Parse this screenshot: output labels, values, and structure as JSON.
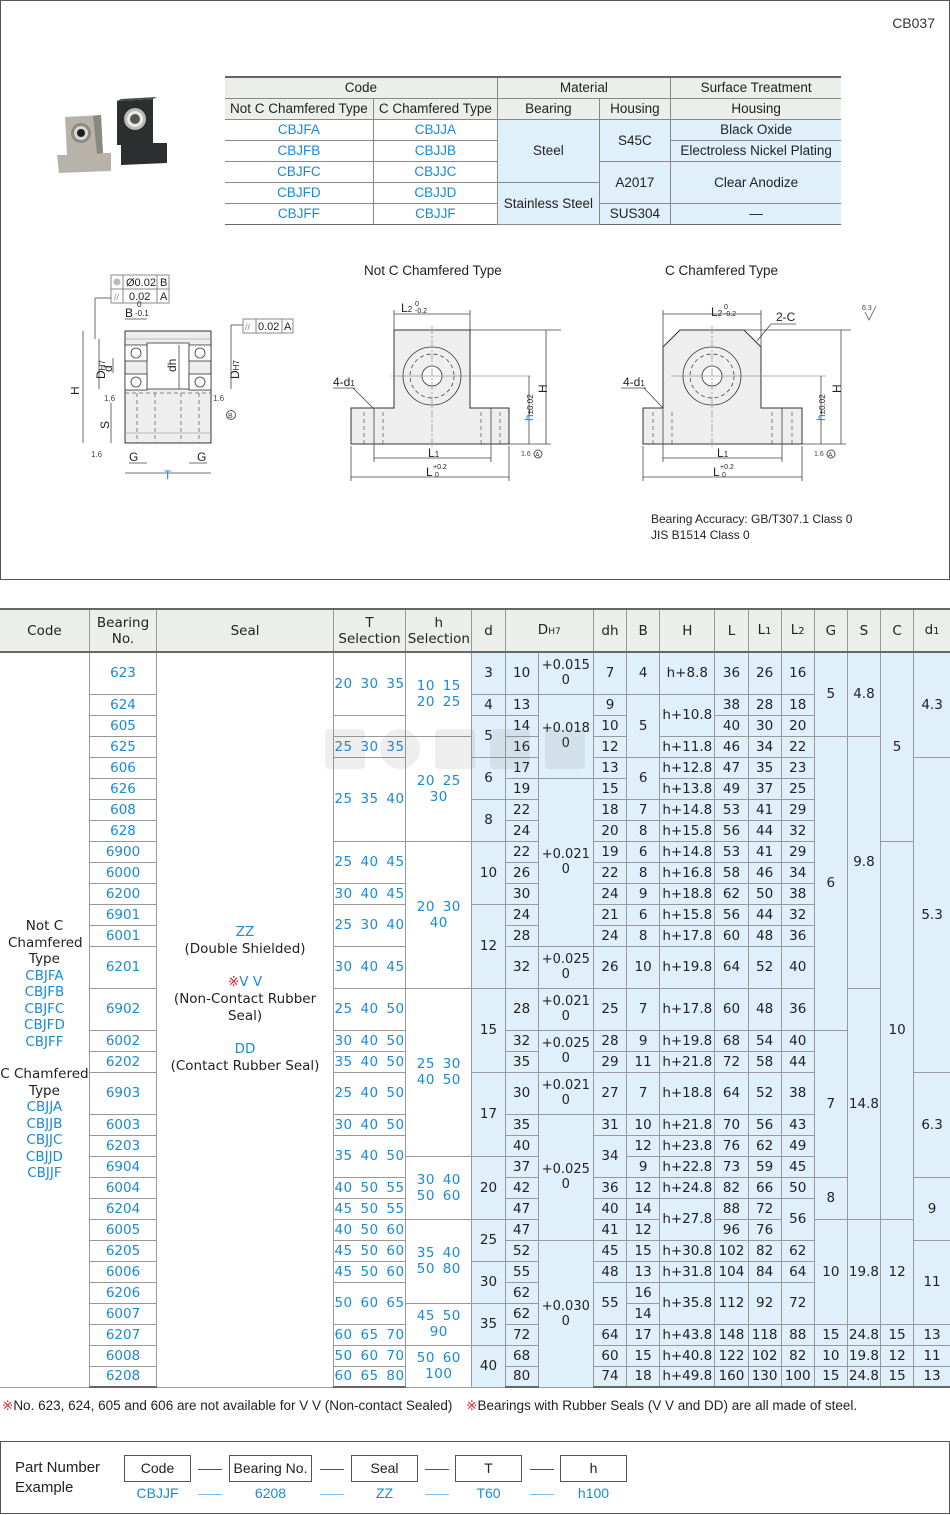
{
  "doc_code": "CB037",
  "colors": {
    "accent_blue": "#1a8ad4",
    "shade_blue": "#dff0fb",
    "header_gray": "#ecefe9",
    "note_red": "#e0202a"
  },
  "material_table": {
    "headers": {
      "code": "Code",
      "material": "Material",
      "surface": "Surface Treatment",
      "not_c": "Not C Chamfered Type",
      "c": "C Chamfered Type",
      "bearing": "Bearing",
      "housing": "Housing",
      "surface_housing": "Housing"
    },
    "rows": [
      {
        "not_c": "CBJFA",
        "c": "CBJJA"
      },
      {
        "not_c": "CBJFB",
        "c": "CBJJB"
      },
      {
        "not_c": "CBJFC",
        "c": "CBJJC"
      },
      {
        "not_c": "CBJFD",
        "c": "CBJJD"
      },
      {
        "not_c": "CBJFF",
        "c": "CBJJF"
      }
    ],
    "bearing_steel": "Steel",
    "bearing_stainless": "Stainless Steel",
    "housing_s45c": "S45C",
    "housing_a2017": "A2017",
    "housing_sus304": "SUS304",
    "surface_black": "Black Oxide",
    "surface_nickel": "Electroless Nickel Plating",
    "surface_anodize": "Clear Anodize",
    "surface_none": "—"
  },
  "drawings": {
    "side": {
      "tol1_value": "Ø0.02",
      "tol1_datum": "B",
      "tol2_value": "0.02",
      "tol2_datum": "A",
      "tol3_value": "0.02",
      "tol3_datum": "A",
      "B_label": "B",
      "B_tol_upper": "0",
      "B_tol_lower": "-0.1",
      "H": "H",
      "D": "D",
      "D_sub": "H7",
      "d": "d",
      "dh": "dh",
      "S": "S",
      "G": "G",
      "T": "T",
      "rough": "1.6",
      "datum_b": "B"
    },
    "not_c": {
      "title": "Not C Chamfered Type",
      "L2": "L",
      "L2_sub": "2",
      "L2_tol_upper": "0",
      "L2_tol_lower": "-0.2",
      "d1": "4-d",
      "d1_sub": "1",
      "H": "H",
      "h": "h",
      "h_tol": "±0.02",
      "L1": "L",
      "L1_sub": "1",
      "L": "L",
      "L_tol_upper": "+0.2",
      "L_tol_lower": "0",
      "rough": "1.6",
      "datum": "A"
    },
    "c": {
      "title": "C Chamfered Type",
      "L2": "L",
      "L2_sub": "2",
      "L2_tol_upper": "0",
      "L2_tol_lower": "-0.2",
      "chamfer": "2-C",
      "d1": "4-d",
      "d1_sub": "1",
      "H": "H",
      "h": "h",
      "h_tol": "±0.02",
      "L1": "L",
      "L1_sub": "1",
      "L": "L",
      "L_tol_upper": "+0.2",
      "L_tol_lower": "0",
      "rough": "1.6",
      "datum": "A",
      "general_rough": "6.3"
    }
  },
  "accuracy": {
    "line1": "Bearing Accuracy: GB/T307.1 Class 0",
    "line2": "JIS B1514 Class 0"
  },
  "spec_table": {
    "headers": [
      "Code",
      "Bearing No.",
      "Seal",
      "T Selection",
      "h Selection",
      "d",
      "DH7",
      "dh",
      "B",
      "H",
      "L",
      "L1",
      "L2",
      "G",
      "S",
      "C",
      "d1"
    ],
    "code_col": {
      "not_c_label": "Not C Chamfered Type",
      "not_c_codes": [
        "CBJFA",
        "CBJFB",
        "CBJFC",
        "CBJFD",
        "CBJFF"
      ],
      "c_label": "C Chamfered Type",
      "c_codes": [
        "CBJJA",
        "CBJJB",
        "CBJJC",
        "CBJJD",
        "CBJJF"
      ]
    },
    "seal_col": [
      {
        "code": "ZZ",
        "desc": "(Double Shielded)",
        "mark": ""
      },
      {
        "code": "V V",
        "desc": "(Non-Contact Rubber Seal)",
        "mark": "※"
      },
      {
        "code": "DD",
        "desc": "(Contact Rubber Seal)",
        "mark": ""
      }
    ],
    "rows": [
      {
        "no": "623",
        "tall": true,
        "D": "10",
        "dh": "7",
        "B": "4",
        "H": "h+8.8",
        "L": "36",
        "L1": "26",
        "L2": "16"
      },
      {
        "no": "624",
        "D": "13",
        "dh": "9",
        "H": "h+10.8",
        "L": "38",
        "L1": "28",
        "L2": "18"
      },
      {
        "no": "605",
        "D": "14",
        "dh": "10",
        "L": "40",
        "L1": "30",
        "L2": "20"
      },
      {
        "no": "625",
        "D": "16",
        "dh": "12",
        "H": "h+11.8",
        "L": "46",
        "L1": "34",
        "L2": "22"
      },
      {
        "no": "606",
        "D": "17",
        "dh": "13",
        "H": "h+12.8",
        "L": "47",
        "L1": "35",
        "L2": "23"
      },
      {
        "no": "626",
        "D": "19",
        "dh": "15",
        "H": "h+13.8",
        "L": "49",
        "L1": "37",
        "L2": "25"
      },
      {
        "no": "608",
        "D": "22",
        "dh": "18",
        "B": "7",
        "H": "h+14.8",
        "L": "53",
        "L1": "41",
        "L2": "29"
      },
      {
        "no": "628",
        "D": "24",
        "dh": "20",
        "B": "8",
        "H": "h+15.8",
        "L": "56",
        "L1": "44",
        "L2": "32"
      },
      {
        "no": "6900",
        "D": "22",
        "dh": "19",
        "B": "6",
        "H": "h+14.8",
        "L": "53",
        "L1": "41",
        "L2": "29"
      },
      {
        "no": "6000",
        "D": "26",
        "dh": "22",
        "B": "8",
        "H": "h+16.8",
        "L": "58",
        "L1": "46",
        "L2": "34"
      },
      {
        "no": "6200",
        "D": "30",
        "dh": "24",
        "B": "9",
        "H": "h+18.8",
        "L": "62",
        "L1": "50",
        "L2": "38"
      },
      {
        "no": "6901",
        "D": "24",
        "dh": "21",
        "B": "6",
        "H": "h+15.8",
        "L": "56",
        "L1": "44",
        "L2": "32"
      },
      {
        "no": "6001",
        "D": "28",
        "dh": "24",
        "B": "8",
        "H": "h+17.8",
        "L": "60",
        "L1": "48",
        "L2": "36"
      },
      {
        "no": "6201",
        "tall": true,
        "D": "32",
        "dh": "26",
        "B": "10",
        "H": "h+19.8",
        "L": "64",
        "L1": "52",
        "L2": "40"
      },
      {
        "no": "6902",
        "tall": true,
        "D": "28",
        "dh": "25",
        "B": "7",
        "H": "h+17.8",
        "L": "60",
        "L1": "48",
        "L2": "36"
      },
      {
        "no": "6002",
        "D": "32",
        "dh": "28",
        "B": "9",
        "H": "h+19.8",
        "L": "68",
        "L1": "54",
        "L2": "40"
      },
      {
        "no": "6202",
        "D": "35",
        "dh": "29",
        "B": "11",
        "H": "h+21.8",
        "L": "72",
        "L1": "58",
        "L2": "44"
      },
      {
        "no": "6903",
        "tall": true,
        "D": "30",
        "dh": "27",
        "B": "7",
        "H": "h+18.8",
        "L": "64",
        "L1": "52",
        "L2": "38"
      },
      {
        "no": "6003",
        "D": "35",
        "dh": "31",
        "B": "10",
        "H": "h+21.8",
        "L": "70",
        "L1": "56",
        "L2": "43"
      },
      {
        "no": "6203",
        "D": "40",
        "dh": "34",
        "B": "12",
        "H": "h+23.8",
        "L": "76",
        "L1": "62",
        "L2": "49"
      },
      {
        "no": "6904",
        "D": "37",
        "B": "9",
        "H": "h+22.8",
        "L": "73",
        "L1": "59",
        "L2": "45"
      },
      {
        "no": "6004",
        "D": "42",
        "dh": "36",
        "B": "12",
        "H": "h+24.8",
        "L": "82",
        "L1": "66",
        "L2": "50"
      },
      {
        "no": "6204",
        "D": "47",
        "dh": "40",
        "B": "14",
        "H": "h+27.8",
        "L": "88",
        "L1": "72",
        "L2": "56"
      },
      {
        "no": "6005",
        "D": "47",
        "dh": "41",
        "B": "12",
        "L": "96",
        "L1": "76"
      },
      {
        "no": "6205",
        "D": "52",
        "dh": "45",
        "B": "15",
        "H": "h+30.8",
        "L": "102",
        "L1": "82",
        "L2": "62"
      },
      {
        "no": "6006",
        "D": "55",
        "dh": "48",
        "B": "13",
        "H": "h+31.8",
        "L": "104",
        "L1": "84",
        "L2": "64"
      },
      {
        "no": "6206",
        "D": "62",
        "dh": "55",
        "B": "16",
        "H": "h+35.8",
        "L": "112",
        "L1": "92",
        "L2": "72"
      },
      {
        "no": "6007",
        "D": "62",
        "B": "14"
      },
      {
        "no": "6207",
        "D": "72",
        "dh": "64",
        "B": "17",
        "H": "h+43.8",
        "L": "148",
        "L1": "118",
        "L2": "88",
        "G": "15",
        "S": "24.8",
        "C": "15",
        "d1": "13"
      },
      {
        "no": "6008",
        "D": "68",
        "dh": "60",
        "B": "15",
        "H": "h+40.8",
        "L": "122",
        "L1": "102",
        "L2": "82",
        "G": "10",
        "S": "19.8",
        "C": "12",
        "d1": "11"
      },
      {
        "no": "6208",
        "D": "80",
        "dh": "74",
        "B": "18",
        "H": "h+49.8",
        "L": "160",
        "L1": "130",
        "L2": "100",
        "G": "15",
        "S": "24.8",
        "C": "15",
        "d1": "13"
      }
    ],
    "spans": {
      "T": [
        [
          0,
          2,
          "20 30 35"
        ],
        [
          3,
          1,
          "25 30 35"
        ],
        [
          4,
          4,
          "25 35 40"
        ],
        [
          8,
          2,
          "25 40 45"
        ],
        [
          10,
          1,
          "30 40 45"
        ],
        [
          11,
          2,
          "25 30 40"
        ],
        [
          13,
          1,
          "30 40 45"
        ],
        [
          14,
          1,
          "25 40 50"
        ],
        [
          15,
          1,
          "30 40 50"
        ],
        [
          16,
          1,
          "35 40 50"
        ],
        [
          17,
          1,
          "25 40 50"
        ],
        [
          18,
          1,
          "30 40 50"
        ],
        [
          19,
          2,
          "35 40 50"
        ],
        [
          21,
          1,
          "40 50 55"
        ],
        [
          22,
          1,
          "45 50 55"
        ],
        [
          23,
          1,
          "40 50 60"
        ],
        [
          24,
          1,
          "45 50 60"
        ],
        [
          25,
          1,
          "45 50 60"
        ],
        [
          26,
          2,
          "50 60 65"
        ],
        [
          28,
          1,
          "60 65 70"
        ],
        [
          29,
          1,
          "50 60 70"
        ],
        [
          30,
          1,
          "60 65 80"
        ]
      ],
      "h": [
        [
          0,
          3,
          "10 15|20 25"
        ],
        [
          3,
          5,
          "20 25|30"
        ],
        [
          8,
          6,
          "20 30|40"
        ],
        [
          14,
          6,
          "25 30|40 50"
        ],
        [
          20,
          3,
          "30 40|50 60"
        ],
        [
          23,
          4,
          "35 40|50 80"
        ],
        [
          27,
          2,
          "45 50|90"
        ],
        [
          29,
          2,
          "50 60|100"
        ]
      ],
      "d": [
        [
          0,
          1,
          "3"
        ],
        [
          1,
          1,
          "4"
        ],
        [
          2,
          2,
          "5"
        ],
        [
          4,
          2,
          "6"
        ],
        [
          6,
          2,
          "8"
        ],
        [
          8,
          3,
          "10"
        ],
        [
          11,
          3,
          "12"
        ],
        [
          14,
          3,
          "15"
        ],
        [
          17,
          3,
          "17"
        ],
        [
          20,
          3,
          "20"
        ],
        [
          23,
          2,
          "25"
        ],
        [
          25,
          2,
          "30"
        ],
        [
          27,
          2,
          "35"
        ],
        [
          29,
          2,
          "40"
        ]
      ],
      "Dtol": [
        [
          0,
          1,
          "+0.015|0"
        ],
        [
          1,
          4,
          "+0.018|0"
        ],
        [
          5,
          8,
          "+0.021|0"
        ],
        [
          13,
          1,
          "+0.025|0"
        ],
        [
          14,
          1,
          "+0.021|0"
        ],
        [
          15,
          2,
          "+0.025|0"
        ],
        [
          17,
          1,
          "+0.021|0"
        ],
        [
          18,
          6,
          "+0.025|0"
        ],
        [
          24,
          7,
          "+0.030|0"
        ]
      ],
      "dh": [
        [
          19,
          2,
          "34"
        ],
        [
          26,
          2,
          "55"
        ]
      ],
      "B": [
        [
          1,
          3,
          "5"
        ],
        [
          4,
          2,
          "6"
        ]
      ],
      "H": [
        [
          1,
          2,
          "h+10.8"
        ],
        [
          22,
          2,
          "h+27.8"
        ],
        [
          26,
          2,
          "h+35.8"
        ]
      ],
      "L": [
        [
          26,
          2,
          "112"
        ]
      ],
      "L1": [
        [
          26,
          2,
          "92"
        ]
      ],
      "L2": [
        [
          22,
          2,
          "56"
        ],
        [
          26,
          2,
          "72"
        ]
      ],
      "G": [
        [
          0,
          3,
          "5"
        ],
        [
          3,
          12,
          "6"
        ],
        [
          15,
          6,
          "7"
        ],
        [
          21,
          2,
          "8"
        ],
        [
          23,
          5,
          "10"
        ]
      ],
      "S": [
        [
          0,
          3,
          "4.8"
        ],
        [
          3,
          11,
          "9.8"
        ],
        [
          14,
          9,
          "14.8"
        ],
        [
          23,
          5,
          "19.8"
        ]
      ],
      "C": [
        [
          0,
          8,
          "5"
        ],
        [
          8,
          15,
          "10"
        ],
        [
          23,
          5,
          "12"
        ]
      ],
      "d1": [
        [
          0,
          4,
          "4.3"
        ],
        [
          4,
          13,
          "5.3"
        ],
        [
          17,
          4,
          "6.3"
        ],
        [
          21,
          3,
          "9"
        ],
        [
          24,
          4,
          "11"
        ]
      ]
    }
  },
  "notes": [
    {
      "mark": "※",
      "text": "No. 623, 624, 605 and 606 are not available for V V (Non-contact Sealed)"
    },
    {
      "mark": "※",
      "text": "Bearings with Rubber Seals (V V and DD) are all made of steel."
    }
  ],
  "part_number": {
    "title_line1": "Part Number",
    "title_line2": "Example",
    "fields": [
      "Code",
      "Bearing No.",
      "Seal",
      "T",
      "h"
    ],
    "values": [
      "CBJJF",
      "6208",
      "ZZ",
      "T60",
      "h100"
    ]
  }
}
